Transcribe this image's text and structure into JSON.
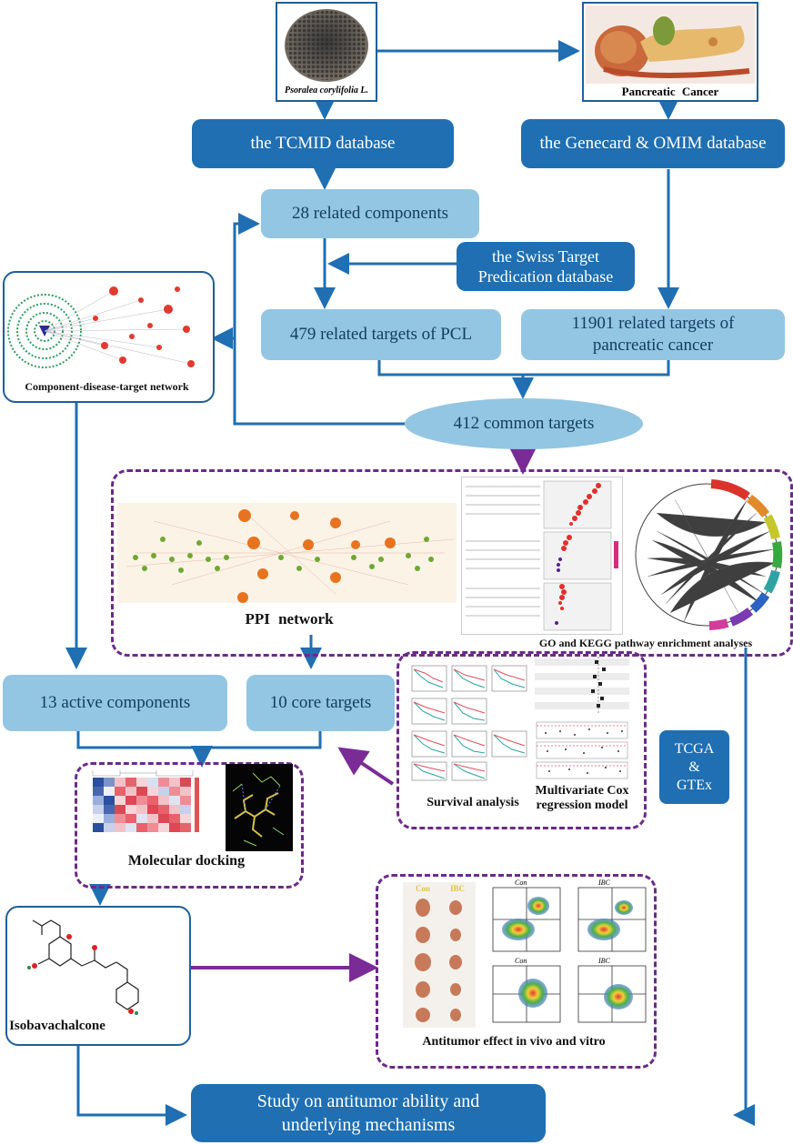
{
  "sources": {
    "herb_label": "Psoralea corylifolia L.",
    "disease_label": "Pancreatic Cancer"
  },
  "databases": {
    "tcmid": "the TCMID database",
    "genecard": "the Genecard & OMIM database",
    "swiss_line1": "the Swiss Target",
    "swiss_line2": "Predication database"
  },
  "results": {
    "components": "28 related components",
    "pcl_targets": "479 related targets of PCL",
    "pc_targets_line1": "11901 related targets of",
    "pc_targets_line2": "pancreatic cancer",
    "common": "412 common targets",
    "active": "13 active components",
    "core": "10 core targets"
  },
  "captions": {
    "network": "Component-disease-target network",
    "ppi": "PPI network",
    "enrichment": "GO and KEGG pathway enrichment analyses",
    "survival": "Survival analysis",
    "cox_line1": "Multivariate Cox",
    "cox_line2": "regression model",
    "docking": "Molecular docking",
    "compound": "Isobavachalcone",
    "tcga_line1": "TCGA",
    "tcga_line2": "&",
    "tcga_line3": "GTEx",
    "antitumor": "Antitumor effect in vivo and vitro"
  },
  "final": {
    "line1": "Study on antitumor ability and",
    "line2": "underlying mechanisms"
  },
  "flow_labels": {
    "con": "Con",
    "ibc": "IBC"
  },
  "colors": {
    "dark_box": "#1f6fb2",
    "light_box": "#93c6e2",
    "arrow": "#1f6fb2",
    "panel_border": "#6b2a8a"
  }
}
